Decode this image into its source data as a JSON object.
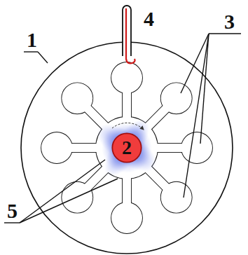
{
  "diagram": {
    "nodes": [
      {
        "text": [
          "2"
        ]
      }
    ],
    "labels": [
      "1",
      "3",
      "4",
      "5"
    ]
  }
}
